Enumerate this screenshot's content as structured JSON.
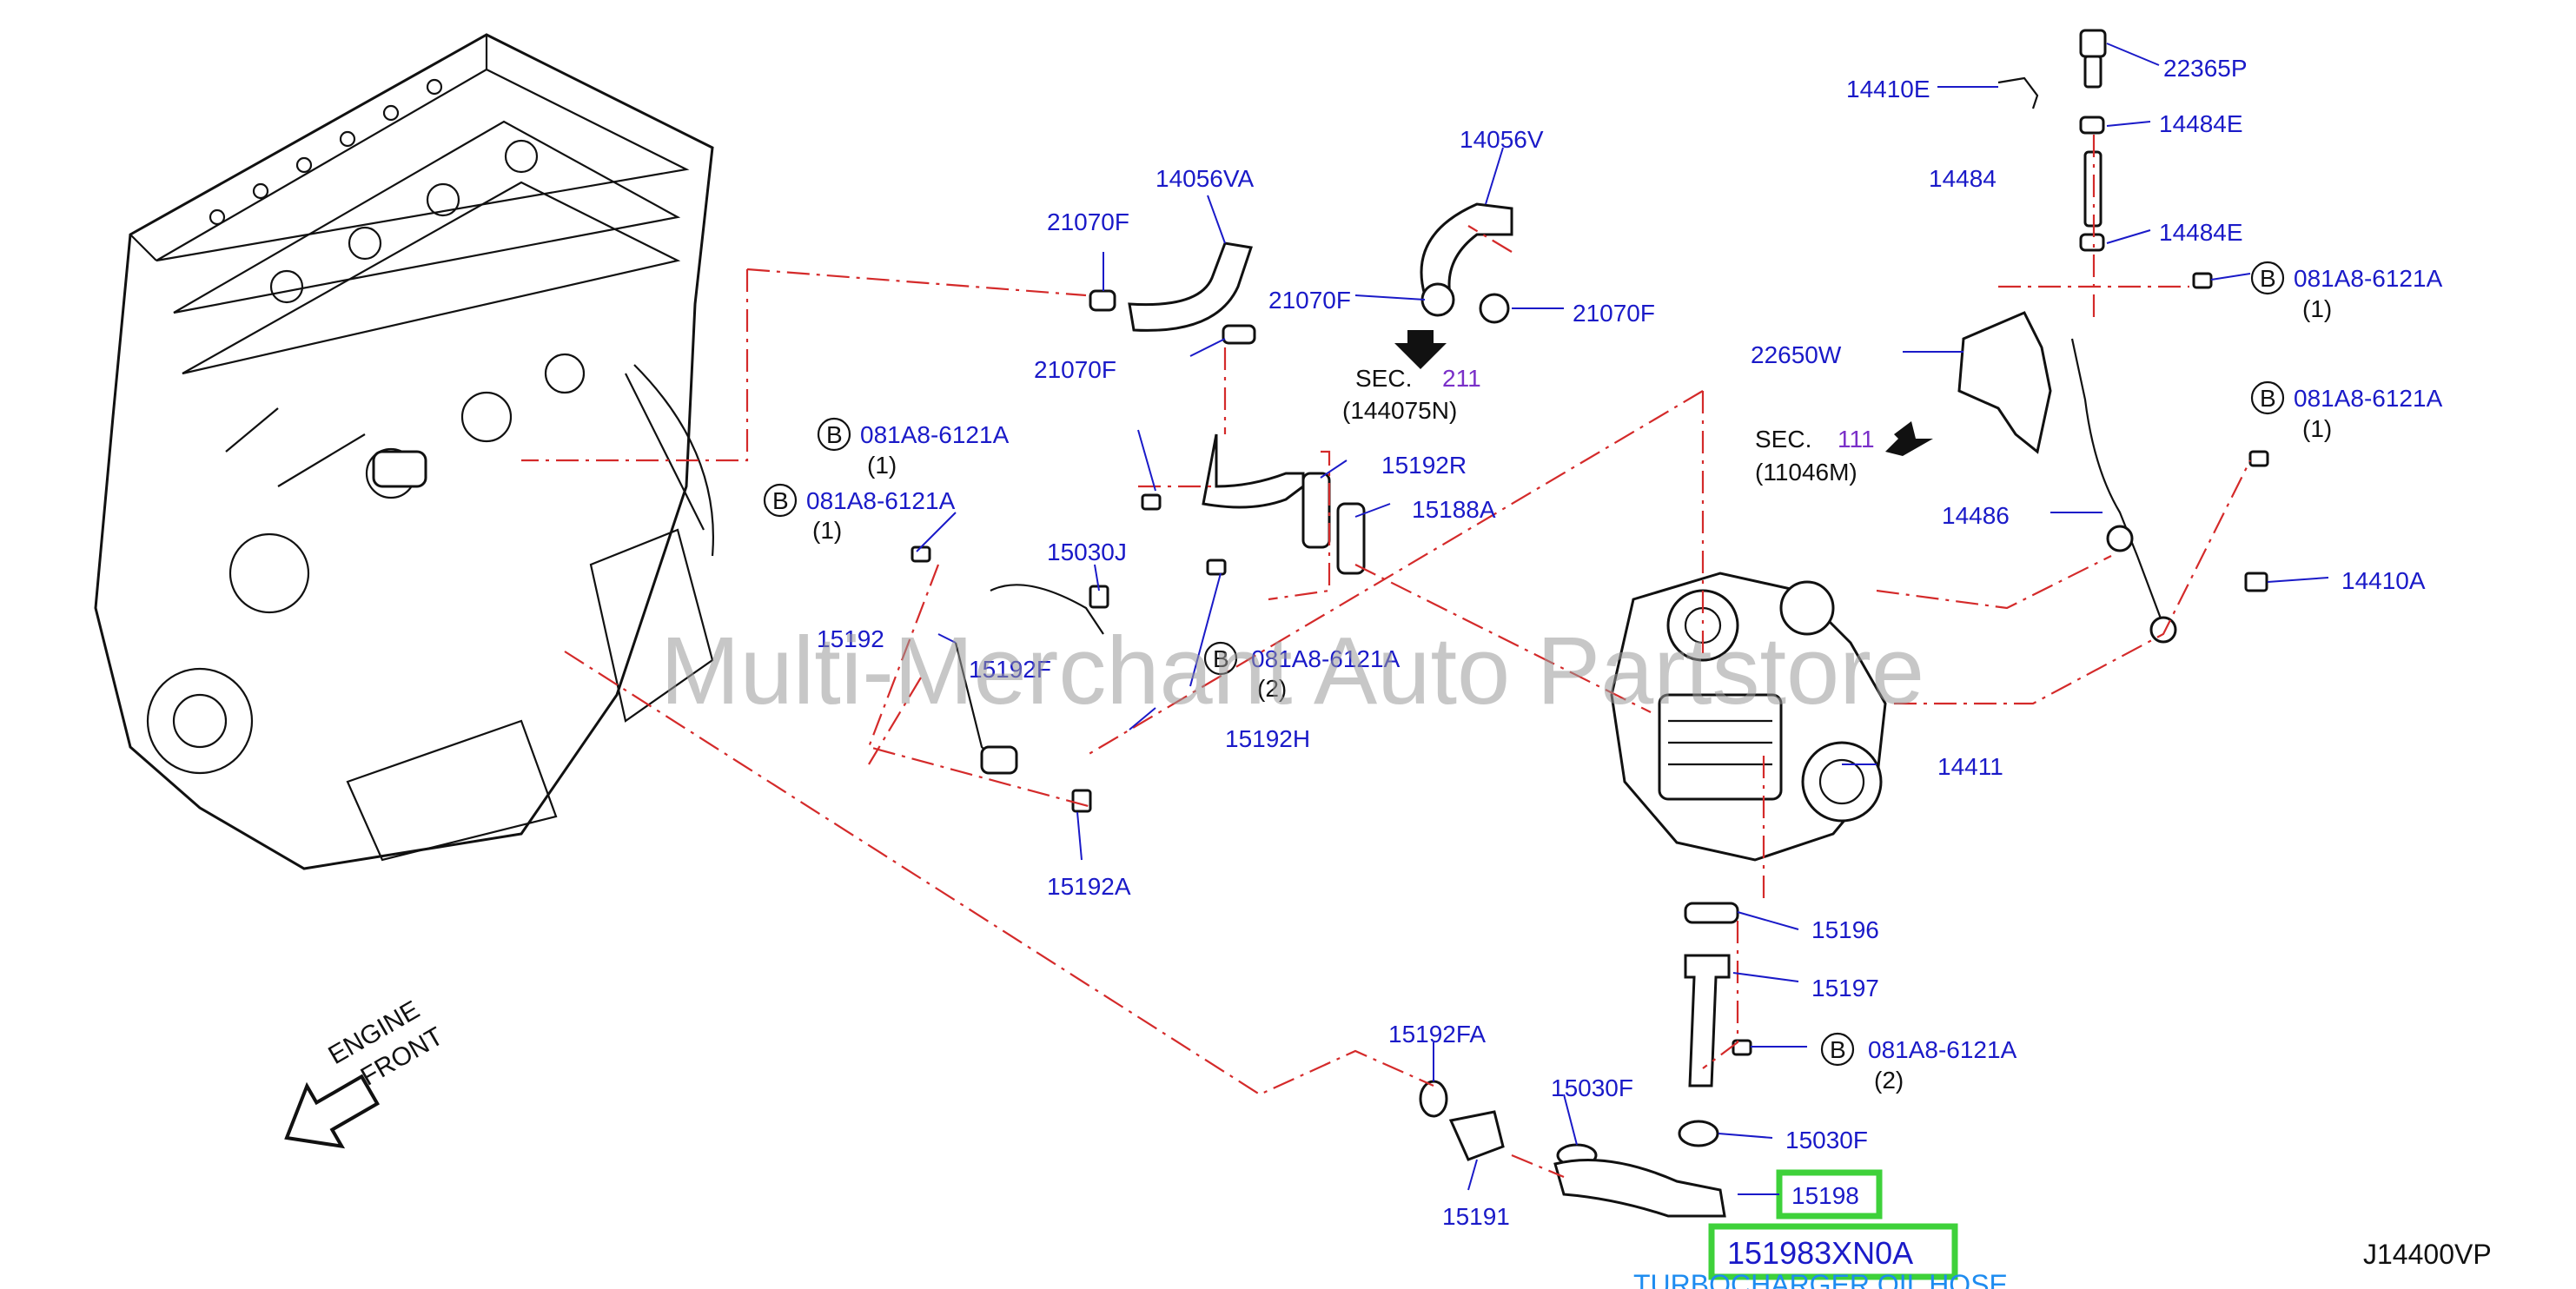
{
  "labels": {
    "p14056VA": "14056VA",
    "p21070F_a": "21070F",
    "p21070F_b": "21070F",
    "p21070F_c": "21070F",
    "p21070F_d": "21070F",
    "p14056V": "14056V",
    "sec211_prefix": "SEC.",
    "sec211_num": "211",
    "sec211_ref": "(144075N)",
    "sec111_prefix": "SEC.",
    "sec111_num": "111",
    "sec111_ref": "(11046M)",
    "p14410E": "14410E",
    "p22365P": "22365P",
    "p14484E_a": "14484E",
    "p14484": "14484",
    "p14484E_b": "14484E",
    "p081A8_1": "081A8-6121A",
    "p081A8_1_qty": "(1)",
    "p22650W": "22650W",
    "p081A8_2": "081A8-6121A",
    "p081A8_2_qty": "(1)",
    "p14486": "14486",
    "p14410A": "14410A",
    "p081A8_3": "081A8-6121A",
    "p081A8_3_qty": "(1)",
    "p081A8_4": "081A8-6121A",
    "p081A8_4_qty": "(1)",
    "p15192R": "15192R",
    "p15188A": "15188A",
    "p15030J": "15030J",
    "p15192": "15192",
    "p15192F": "15192F",
    "p081A8_5": "081A8-6121A",
    "p081A8_5_qty": "(2)",
    "p15192H": "15192H",
    "p15192A": "15192A",
    "p14411": "14411",
    "p15196": "15196",
    "p15197": "15197",
    "p081A8_6": "081A8-6121A",
    "p081A8_6_qty": "(2)",
    "p15192FA": "15192FA",
    "p15030F_a": "15030F",
    "p15030F_b": "15030F",
    "p15191": "15191",
    "p15198": "15198",
    "b_marker": "B"
  },
  "highlight": {
    "part_number": "151983XN0A",
    "caption": "TURBOCHARGER OIL HOSE",
    "color": "#3ed13a",
    "caption_color": "#1e8cf0"
  },
  "engine_front": {
    "line1": "ENGINE",
    "line2": "FRONT"
  },
  "watermark": "Multi-Merchant Auto Partstore",
  "diagram_ref": "J14400VP",
  "colors": {
    "label": "#1a1ac8",
    "centerline": "#d42a2a",
    "section_number": "#7a2fc8"
  }
}
